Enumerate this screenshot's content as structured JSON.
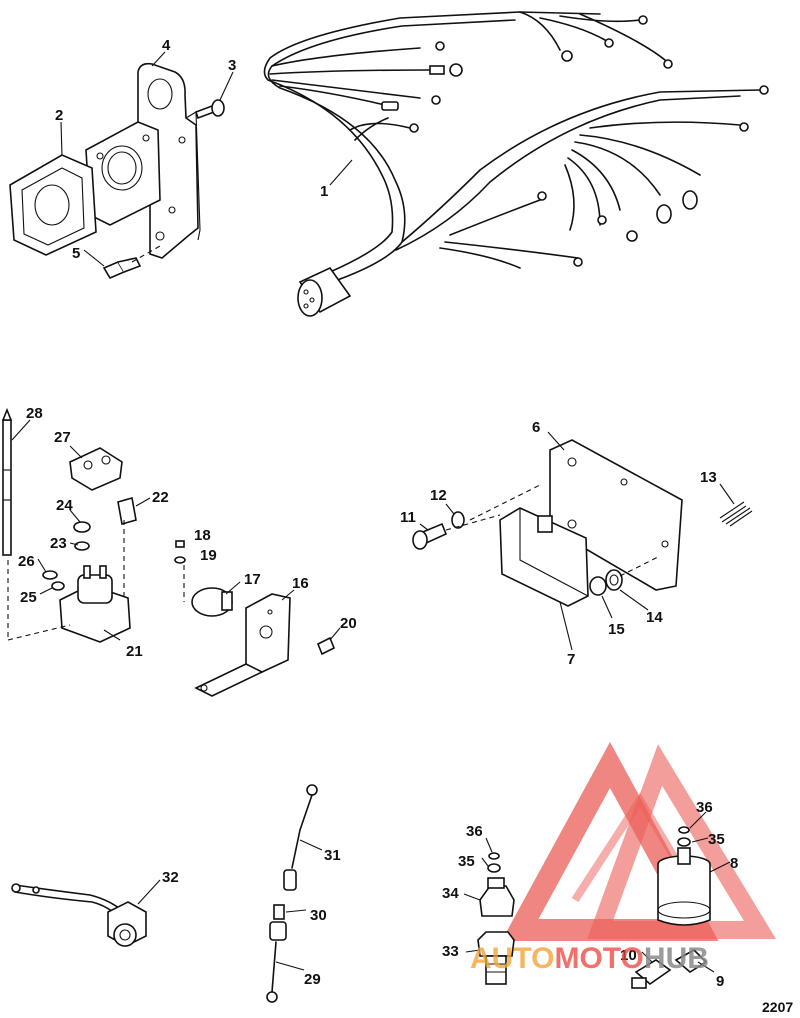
{
  "figure_number": "2207",
  "watermark": {
    "text_a": "AUTO",
    "text_b": "MOTO",
    "text_c": "HUB",
    "color_red": "#e8413a",
    "color_orange": "#f2a23a",
    "color_gray": "#8a8a8a"
  },
  "callouts": {
    "c1": "1",
    "c2": "2",
    "c3": "3",
    "c4": "4",
    "c5": "5",
    "c6": "6",
    "c7": "7",
    "c8": "8",
    "c9": "9",
    "c10": "10",
    "c11": "11",
    "c12": "12",
    "c13": "13",
    "c14": "14",
    "c15": "15",
    "c16": "16",
    "c17": "17",
    "c18": "18",
    "c19": "19",
    "c20": "20",
    "c21": "21",
    "c22": "22",
    "c23": "23",
    "c24": "24",
    "c25": "25",
    "c26": "26",
    "c27": "27",
    "c28": "28",
    "c29": "29",
    "c30": "30",
    "c31": "31",
    "c32": "32",
    "c33": "33",
    "c34": "34",
    "c35a": "35",
    "c36a": "36",
    "c35b": "35",
    "c36b": "36"
  }
}
